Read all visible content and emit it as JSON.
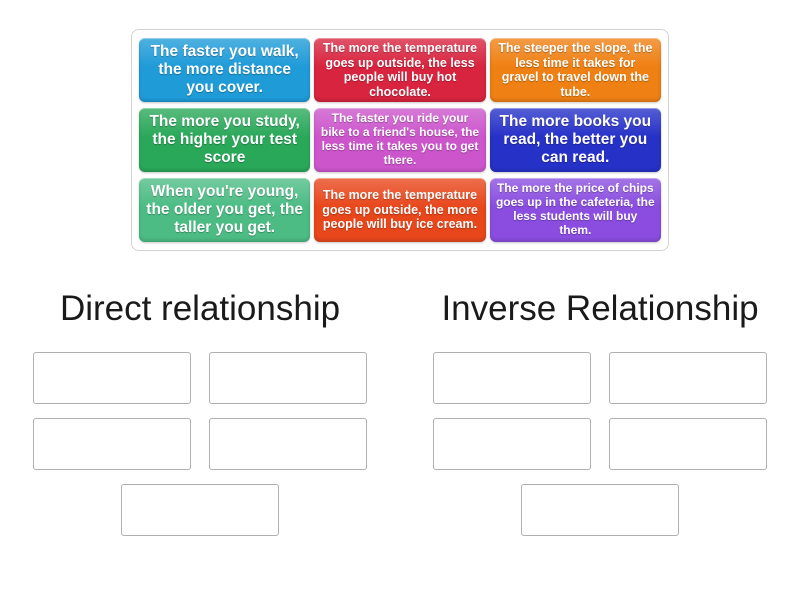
{
  "activity": {
    "type": "group-sort",
    "title": "Direct and Inverse Relationships Sort"
  },
  "tiles": [
    {
      "id": "tile-1",
      "text": "The faster you walk, the more distance you cover.",
      "color": "#1f9bd8",
      "size": "lg"
    },
    {
      "id": "tile-2",
      "text": "The more the temperature goes up outside, the less people will buy hot chocolate.",
      "color": "#d8243f",
      "size": "md"
    },
    {
      "id": "tile-3",
      "text": "The steeper the slope, the less time it takes for gravel to travel down the tube.",
      "color": "#ef8013",
      "size": "md"
    },
    {
      "id": "tile-4",
      "text": "The more you study, the higher your test score",
      "color": "#2aa85a",
      "size": "lg"
    },
    {
      "id": "tile-5",
      "text": "The faster you ride your bike to a friend's house, the less time it takes you to get there.",
      "color": "#cc55cc",
      "size": "sm"
    },
    {
      "id": "tile-6",
      "text": "The more books you read, the better you can read.",
      "color": "#2631c8",
      "size": "lg"
    },
    {
      "id": "tile-7",
      "text": "When you're young, the older you get, the taller you get.",
      "color": "#4cbc84",
      "size": "lg"
    },
    {
      "id": "tile-8",
      "text": "The more the temperature goes up outside, the more people will buy ice cream.",
      "color": "#e8471c",
      "size": "md"
    },
    {
      "id": "tile-9",
      "text": "The more the price of chips goes up in the cafeteria, the less students will buy them.",
      "color": "#8a4de0",
      "size": "sm"
    }
  ],
  "columns": [
    {
      "id": "direct",
      "title": "Direct relationship",
      "slots": [
        "",
        "",
        "",
        "",
        ""
      ]
    },
    {
      "id": "inverse",
      "title": "Inverse Relationship",
      "slots": [
        "",
        "",
        "",
        "",
        ""
      ]
    }
  ],
  "colors": {
    "page_background": "#ffffff",
    "tray_border": "#d3d3d3",
    "dropzone_border": "#b0b0b0",
    "heading_text": "#1a1a1a",
    "tile_text": "#ffffff"
  }
}
